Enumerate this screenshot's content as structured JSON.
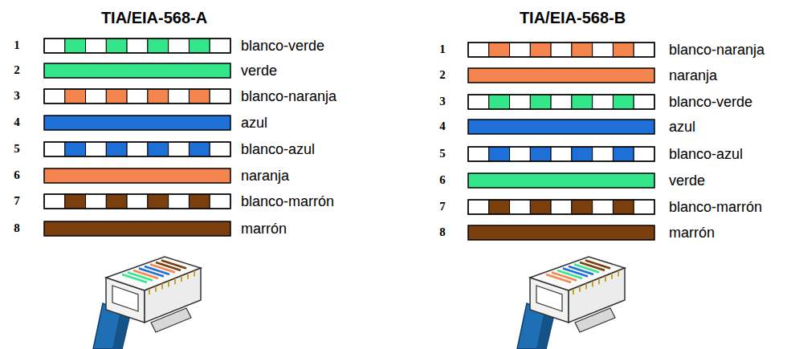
{
  "diagram": {
    "labels": [
      "TIA/EIA-568-A",
      "1",
      "blanco-verde",
      "2",
      "verde",
      "3",
      "blanco-naranja",
      "4",
      "azul",
      "5",
      "blanco-azul",
      "6",
      "naranja",
      "7",
      "blanco-marrón",
      "8",
      "marrón",
      "TIA/EIA-568-B",
      "1",
      "blanco-naranja",
      "2",
      "naranja",
      "3",
      "blanco-verde",
      "4",
      "azul",
      "5",
      "blanco-azul",
      "6",
      "verde",
      "7",
      "blanco-marrón",
      "8",
      "marrón"
    ]
  }
}
